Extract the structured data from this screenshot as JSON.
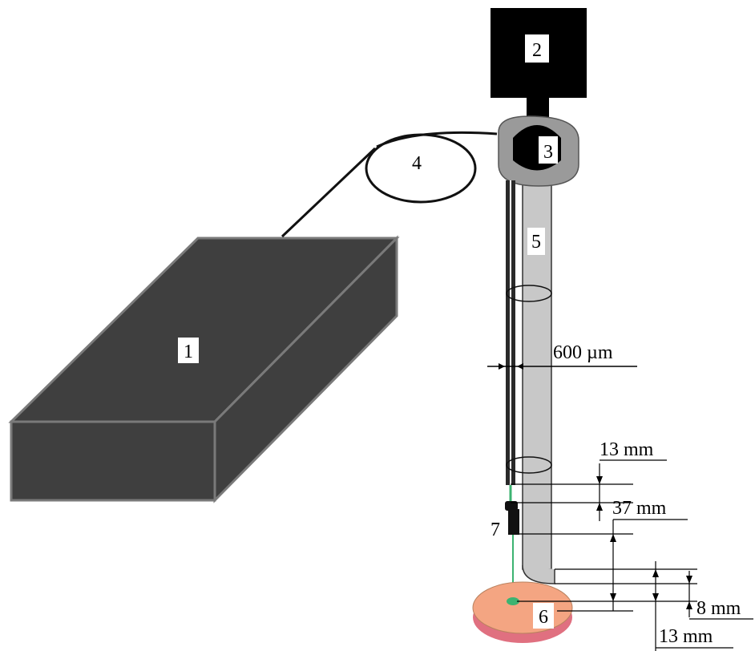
{
  "labels": {
    "laser": "1",
    "detector": "2",
    "connector": "3",
    "fiber_coil": "4",
    "probe_tube": "5",
    "sample_disc": "6",
    "fiber_tip": "7"
  },
  "dimensions": {
    "fiber_diameter": "600 µm",
    "gap_top": "13 mm",
    "tip_length": "37 mm",
    "disc_gap": "8 mm",
    "disc_offset": "13 mm"
  },
  "colors": {
    "laser_body": "#3f3f3f",
    "laser_edge": "#7a7a7a",
    "tube": "#c8c8c8",
    "collar": "#9a9a9a",
    "fiber_green": "#3cb371",
    "disc_top": "#f4a582",
    "disc_bottom": "#e07080"
  }
}
